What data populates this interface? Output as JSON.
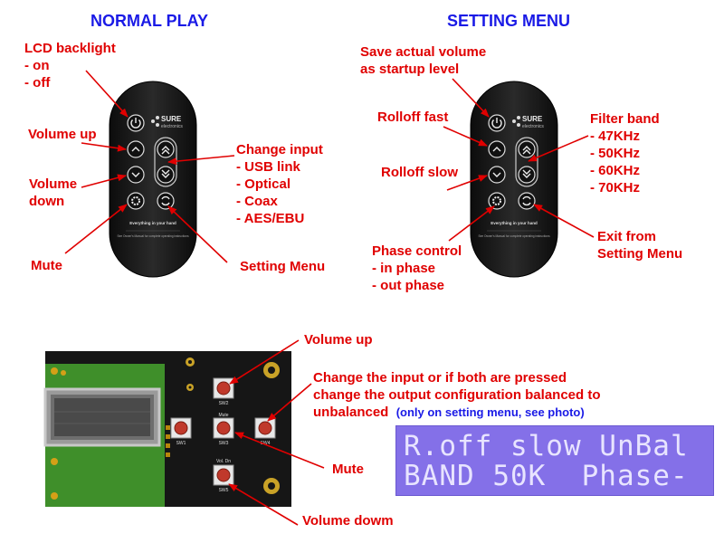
{
  "headings": {
    "normal": "NORMAL PLAY",
    "setting": "SETTING MENU"
  },
  "remote": {
    "brand": "SURE",
    "brand_sub": "electronics",
    "slogan": "Everything in your hand",
    "footnote": "See Owner's Manual for complete operating instructions"
  },
  "normal_labels": {
    "lcd_backlight": [
      "LCD backlight",
      "- on",
      "- off"
    ],
    "volume_up": "Volume up",
    "volume_down": [
      "Volume",
      "down"
    ],
    "mute": "Mute",
    "change_input": [
      "Change input",
      "- USB link",
      "- Optical",
      "- Coax",
      "- AES/EBU"
    ],
    "setting_menu": "Setting Menu"
  },
  "setting_labels": {
    "save_volume": [
      "Save actual volume",
      "as startup level"
    ],
    "rolloff_fast": "Rolloff fast",
    "rolloff_slow": "Rolloff slow",
    "phase_control": [
      "Phase control",
      "- in phase",
      "- out phase"
    ],
    "filter_band": [
      "Filter band",
      "- 47KHz",
      "- 50KHz",
      "- 60KHz",
      "- 70KHz"
    ],
    "exit_setting": [
      "Exit from",
      "Setting Menu"
    ]
  },
  "board_labels": {
    "volume_up": "Volume up",
    "change_input": [
      "Change the input or if both are pressed",
      "change the output configuration balanced to",
      "unbalanced"
    ],
    "note": "(only on setting menu, see photo)",
    "mute": "Mute",
    "volume_down": "Volume dowm"
  },
  "board_silk": {
    "sw2": "SW2",
    "sw1": "SW1",
    "sw3": "SW3",
    "sw4": "SW4",
    "sw5": "SW5",
    "mute": "Mute",
    "vol_down": "Vol. Dn"
  },
  "lcd": {
    "line1": "R.off slow UnBal",
    "line2": "BAND 50K  Phase-"
  }
}
